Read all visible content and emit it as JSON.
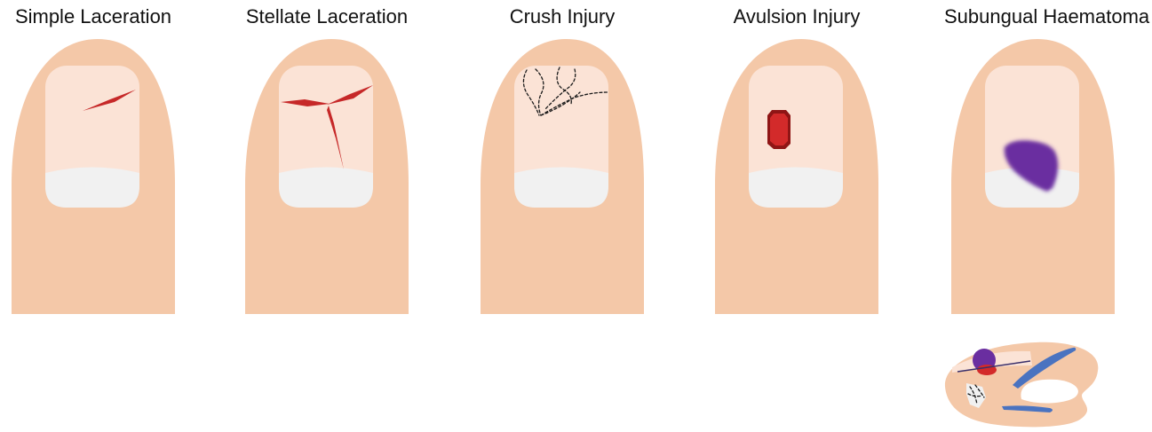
{
  "panels": [
    {
      "title": "Simple Laceration",
      "injury": "simple-laceration"
    },
    {
      "title": "Stellate Laceration",
      "injury": "stellate-laceration"
    },
    {
      "title": "Crush Injury",
      "injury": "crush-injury"
    },
    {
      "title": "Avulsion Injury",
      "injury": "avulsion-injury"
    },
    {
      "title": "Subungual Haematoma",
      "injury": "subungual-haematoma"
    }
  ],
  "colors": {
    "skin": "#f4c8a8",
    "nail_plate": "#fbe3d6",
    "lunula": "#f1f1f1",
    "laceration": "#c62828",
    "crush_lines": "#1a1a1a",
    "avulsion": "#d32a2a",
    "avulsion_edge": "#8f1515",
    "haematoma": "#6a2ea0",
    "bone": "#4a73c0"
  },
  "icons": [
    "finger-illustration-icon",
    "nail-cross-section-icon"
  ]
}
